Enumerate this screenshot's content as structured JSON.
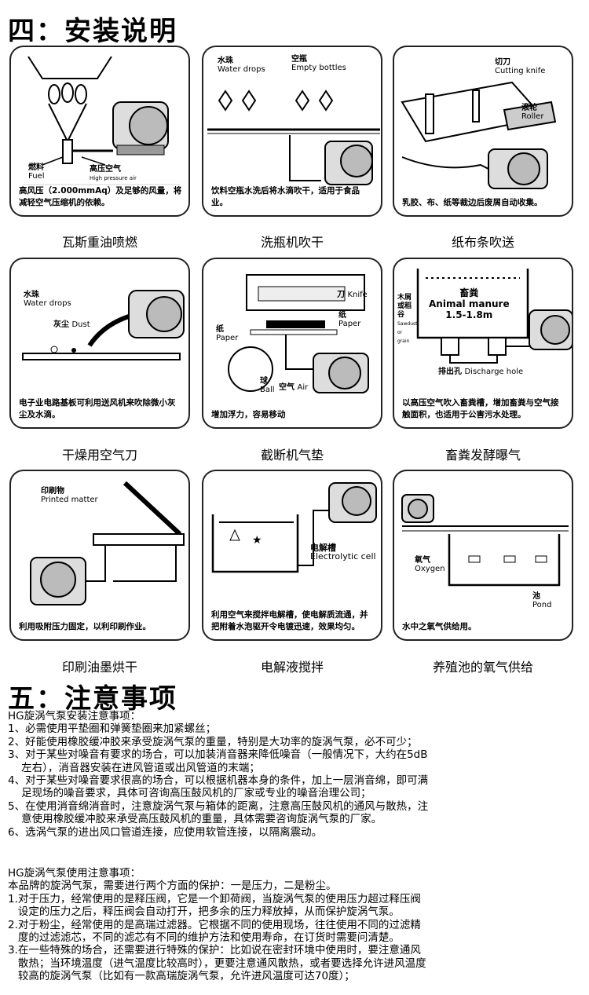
{
  "section4": {
    "title": "四：安装说明"
  },
  "cards": [
    {
      "caption": "瓦斯重油喷燃",
      "desc": "高风压（2.000mmAq）及足够的风量，将减轻空气压缩机的依赖。",
      "labels": {
        "fuel_cn": "燃料",
        "fuel_en": "Fuel",
        "air_cn": "高压空气",
        "air_en": "High pressure air"
      }
    },
    {
      "caption": "洗瓶机吹干",
      "desc": "饮料空瓶水洗后将水滴吹干，适用于食品业。",
      "labels": {
        "drops_cn": "水珠",
        "drops_en": "Water drops",
        "bottles_cn": "空瓶",
        "bottles_en": "Empty bottles"
      }
    },
    {
      "caption": "纸布条吹送",
      "desc": "乳胶、布、纸等裁边后废屑自动收集。",
      "labels": {
        "knife_cn": "切刀",
        "knife_en": "Cutting knife",
        "roller_cn": "滚轮",
        "roller_en": "Roller"
      }
    },
    {
      "caption": "干燥用空气刀",
      "desc": "电子业电路基板可利用送风机来吹除微小灰尘及水滴。",
      "labels": {
        "drops_cn": "水珠",
        "drops_en": "Water drops",
        "dust_cn": "灰尘",
        "dust_en": "Dust"
      }
    },
    {
      "caption": "截断机气垫",
      "desc": "增加浮力，容易移动",
      "labels": {
        "knife_cn": "刀",
        "knife_en": "Knife",
        "paper_cn": "纸",
        "paper_en": "Paper",
        "paper2_cn": "纸",
        "paper2_en": "Paper",
        "ball_cn": "球",
        "ball_en": "Ball",
        "air_cn": "空气",
        "air_en": "Air"
      }
    },
    {
      "caption": "畜粪发酵曝气",
      "desc": "以高压空气吹入畜粪槽，增加畜粪与空气接触面积，也适用于公害污水处理。",
      "labels": {
        "manure_cn": "畜粪",
        "manure_en": "Animal manure",
        "depth": "1.5-1.8m",
        "sawdust_cn": "木屑或稻谷",
        "sawdust_en": "Sawdust or grain",
        "hole_cn": "排出孔",
        "hole_en": "Discharge hole"
      }
    },
    {
      "caption": "印刷油墨烘干",
      "desc": "利用吸附压力固定，以利印刷作业。",
      "labels": {
        "printed_cn": "印刷物",
        "printed_en": "Printed matter"
      }
    },
    {
      "caption": "电解液搅拌",
      "desc": "利用空气来搅拌电解槽，使电解质流通，并把附着水泡驱开令电镀迅速，效果均匀。",
      "labels": {
        "cell_cn": "电解槽",
        "cell_en": "Electrolytic cell"
      }
    },
    {
      "caption": "养殖池的氧气供给",
      "desc": "水中之氧气供给用。",
      "labels": {
        "oxygen_cn": "氧气",
        "oxygen_en": "Oxygen",
        "pond_cn": "池",
        "pond_en": "Pond"
      }
    }
  ],
  "section5": {
    "title": "五：注意事项"
  },
  "install_notes": {
    "heading": "HG旋涡气泵安装注意事项：",
    "items": [
      "1、必需使用平垫圈和弹簧垫圈来加紧螺丝；",
      "2、好能使用橡胶缓冲胶来承受旋涡气泵的重量，特别是大功率的旋涡气泵，必不可少；",
      "3、对于某些对噪音有要求的场合，可以加装消音器来降低噪音（一般情况下，大约在5dB\n    左右），消音器安装在进风管道或出风管道的末端；",
      "4、对于某些对噪音要求很高的场合，可以根据机器本身的条件，加上一层消音绵，即可满\n    足现场的噪音要求，具体可咨询高压鼓风机的厂家或专业的噪音治理公司；",
      "5、在使用消音绵消音时，注意旋涡气泵与箱体的距离，注意高压鼓风机的通风与散热，注\n    意使用橡胶缓冲胶来承受高压鼓风机的重量，具体需要咨询旋涡气泵的厂家。",
      "6、选涡气泵的进出风口管道连接，应使用软管连接，以隔离震动。"
    ]
  },
  "usage_notes": {
    "heading": "HG旋涡气泵使用注意事项：",
    "intro": "本品牌的旋涡气泵，需要进行两个方面的保护：一是压力，二是粉尘。",
    "items": [
      "1.对于压力，经常使用的是释压阀，它是一个卸荷阀，当旋涡气泵的使用压力超过释压阀\n   设定的压力之后，释压阀会自动打开，把多余的压力释放掉，从而保护旋涡气泵。",
      "2.对于粉尘，经常使用的是高瑞过滤器。它根据不同的使用现场，往往使用不同的过滤精\n   度的过滤滤芯，不同的滤芯有不同的维护方法和使用寿命，在订货时需要问清楚。",
      "3.在一些特殊的场合，还需要进行特殊的保护：比如说在密封环境中使用时，要注意通风\n   散热；当环境温度（进气温度比较高时），更要注意通风散热，或者要选择允许进风温度\n   较高的旋涡气泵（比如有一款高瑞旋涡气泵，允许进风温度可达70度）；"
    ]
  }
}
